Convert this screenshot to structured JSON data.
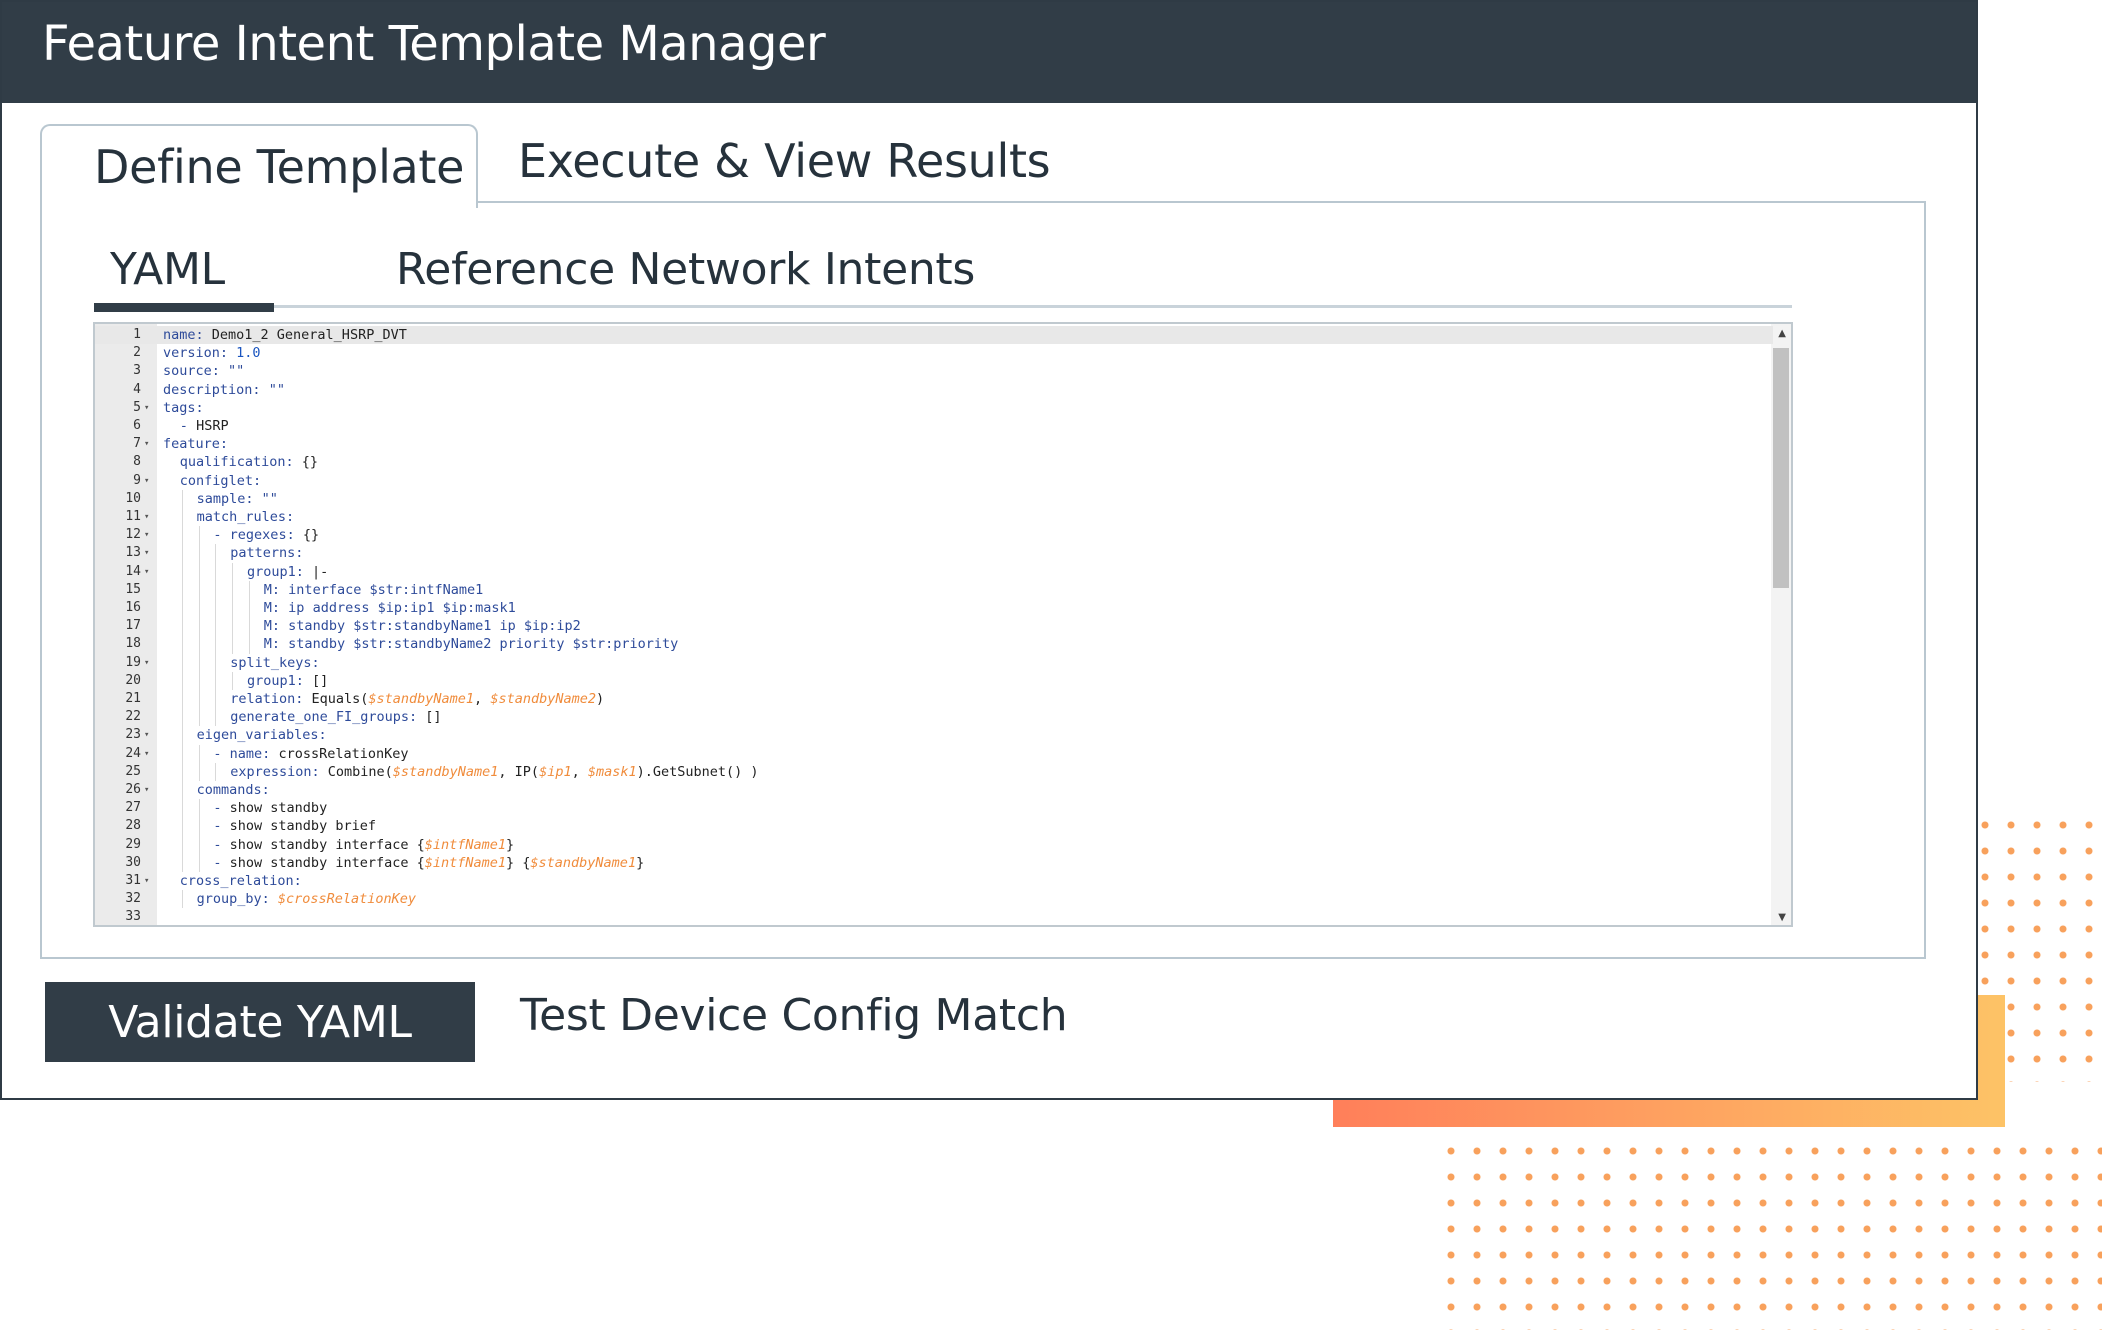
{
  "window": {
    "title": "Feature Intent Template Manager"
  },
  "tabs": [
    {
      "label": "Define Template",
      "active": true
    },
    {
      "label": "Execute & View Results",
      "active": false
    }
  ],
  "subtabs": [
    {
      "label": "YAML",
      "active": true
    },
    {
      "label": "Reference Network Intents",
      "active": false
    }
  ],
  "editor": {
    "active_line": 1,
    "lines": [
      {
        "n": "1",
        "fold": false,
        "indent": 0,
        "text": "name: Demo1_2 General_HSRP_DVT"
      },
      {
        "n": "2",
        "fold": false,
        "indent": 0,
        "text": "version: 1.0"
      },
      {
        "n": "3",
        "fold": false,
        "indent": 0,
        "text": "source: \"\""
      },
      {
        "n": "4",
        "fold": false,
        "indent": 0,
        "text": "description: \"\""
      },
      {
        "n": "5",
        "fold": true,
        "indent": 0,
        "text": "tags:"
      },
      {
        "n": "6",
        "fold": false,
        "indent": 2,
        "text": "- HSRP"
      },
      {
        "n": "7",
        "fold": true,
        "indent": 0,
        "text": "feature:"
      },
      {
        "n": "8",
        "fold": false,
        "indent": 2,
        "text": "qualification: {}"
      },
      {
        "n": "9",
        "fold": true,
        "indent": 2,
        "text": "configlet:"
      },
      {
        "n": "10",
        "fold": false,
        "indent": 4,
        "text": "sample: \"\""
      },
      {
        "n": "11",
        "fold": true,
        "indent": 4,
        "text": "match_rules:"
      },
      {
        "n": "12",
        "fold": true,
        "indent": 6,
        "text": "- regexes: {}"
      },
      {
        "n": "13",
        "fold": true,
        "indent": 8,
        "text": "patterns:"
      },
      {
        "n": "14",
        "fold": true,
        "indent": 10,
        "text": "group1: |-"
      },
      {
        "n": "15",
        "fold": false,
        "indent": 12,
        "text": "M: interface $str:intfName1"
      },
      {
        "n": "16",
        "fold": false,
        "indent": 12,
        "text": "M: ip address $ip:ip1 $ip:mask1"
      },
      {
        "n": "17",
        "fold": false,
        "indent": 12,
        "text": "M: standby $str:standbyName1 ip $ip:ip2"
      },
      {
        "n": "18",
        "fold": false,
        "indent": 12,
        "text": "M: standby $str:standbyName2 priority $str:priority"
      },
      {
        "n": "19",
        "fold": true,
        "indent": 8,
        "text": "split_keys:"
      },
      {
        "n": "20",
        "fold": false,
        "indent": 10,
        "text": "group1: []"
      },
      {
        "n": "21",
        "fold": false,
        "indent": 8,
        "text": "relation: Equals($standbyName1, $standbyName2)"
      },
      {
        "n": "22",
        "fold": false,
        "indent": 8,
        "text": "generate_one_FI_groups: []"
      },
      {
        "n": "23",
        "fold": true,
        "indent": 4,
        "text": "eigen_variables:"
      },
      {
        "n": "24",
        "fold": true,
        "indent": 6,
        "text": "- name: crossRelationKey"
      },
      {
        "n": "25",
        "fold": false,
        "indent": 8,
        "text": "expression: Combine($standbyName1, IP($ip1, $mask1).GetSubnet() )"
      },
      {
        "n": "26",
        "fold": true,
        "indent": 4,
        "text": "commands:"
      },
      {
        "n": "27",
        "fold": false,
        "indent": 6,
        "text": "- show standby"
      },
      {
        "n": "28",
        "fold": false,
        "indent": 6,
        "text": "- show standby brief"
      },
      {
        "n": "29",
        "fold": false,
        "indent": 6,
        "text": "- show standby interface {$intfName1}"
      },
      {
        "n": "30",
        "fold": false,
        "indent": 6,
        "text": "- show standby interface {$intfName1} {$standbyName1}"
      },
      {
        "n": "31",
        "fold": true,
        "indent": 2,
        "text": "cross_relation:"
      },
      {
        "n": "32",
        "fold": false,
        "indent": 4,
        "text": "group_by: $crossRelationKey"
      },
      {
        "n": "33",
        "fold": false,
        "indent": 0,
        "text": ""
      }
    ]
  },
  "actions": {
    "validate_label": "Validate YAML",
    "test_label": "Test Device Config Match"
  }
}
